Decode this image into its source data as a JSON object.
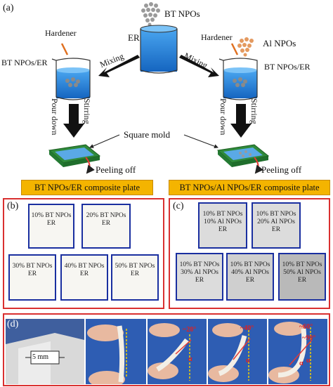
{
  "panel_a": {
    "label": "(a)",
    "bt_npos": "BT NPOs",
    "er": "ER",
    "hardener_left": "Hardener",
    "hardener_right": "Hardener",
    "al_npos": "Al NPOs",
    "bt_er_left": "BT NPOs/ER",
    "bt_er_right": "BT NPOs/ER",
    "mixing_left": "Mixing",
    "mixing_right": "Mixing",
    "stirring_left": "Stirring",
    "stirring_right": "Stirring",
    "pour_left": "Pour down",
    "pour_right": "Pour down",
    "square_mold": "Square mold",
    "peeling_left": "Peeling off",
    "peeling_right": "Peeling off",
    "banner_left": "BT NPOs/ER composite plate",
    "banner_right": "BT NPOs/Al NPOs/ER composite plate"
  },
  "panel_b": {
    "label": "(b)",
    "samples": [
      [
        "10% BT NPOs",
        "ER"
      ],
      [
        "20% BT NPOs",
        "ER"
      ],
      [
        "30% BT NPOs",
        "ER"
      ],
      [
        "40% BT NPOs",
        "ER"
      ],
      [
        "50% BT NPOs",
        "ER"
      ]
    ]
  },
  "panel_c": {
    "label": "(c)",
    "samples": [
      [
        "10% BT NPOs",
        "10% Al NPOs",
        "ER"
      ],
      [
        "10% BT NPOs",
        "20% Al NPOs",
        "ER"
      ],
      [
        "10% BT NPOs",
        "30% Al NPOs",
        "ER"
      ],
      [
        "10% BT NPOs",
        "40% Al NPOs",
        "ER"
      ],
      [
        "10% BT NPOs",
        "50% Al NPOs",
        "ER"
      ]
    ]
  },
  "panel_d": {
    "label": "(d)",
    "thickness": "5 mm",
    "angles": [
      "~20°",
      "~40°",
      "~60°",
      "~90°"
    ],
    "alphas": [
      "α",
      "α",
      "α",
      "α"
    ]
  },
  "colors": {
    "banner": "#f4b400",
    "panel_border": "#d93030",
    "sample_border": "#1a2fa0",
    "liquid": "#1e7fd8",
    "photo_bg": "#2b4fa3"
  }
}
